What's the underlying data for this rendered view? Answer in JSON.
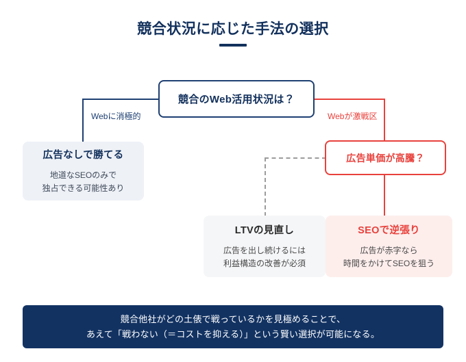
{
  "header": {
    "title": "競合状況に応じた手法の選択"
  },
  "flow": {
    "root_decision": {
      "label": "競合のWeb活用状況は？"
    },
    "branches": {
      "left_label": "Webに消極的",
      "right_label": "Webが激戦区"
    },
    "second_decision": {
      "label": "広告単価が高騰？"
    },
    "outcomes": [
      {
        "id": "win-without-ads",
        "title": "広告なしで勝てる",
        "line1": "地道なSEOのみで",
        "line2": "独占できる可能性あり"
      },
      {
        "id": "ltv-review",
        "title": "LTVの見直し",
        "line1": "広告を出し続けるには",
        "line2": "利益構造の改善が必須"
      },
      {
        "id": "seo-contrarian",
        "title": "SEOで逆張り",
        "line1": "広告が赤字なら",
        "line2": "時間をかけてSEOを狙う"
      }
    ]
  },
  "footer": {
    "line1": "競合他社がどの土俵で戦っているかを見極めることで、",
    "line2": "あえて「戦わない（＝コストを抑える）」という賢い選択が可能になる。"
  },
  "colors": {
    "navy": "#12305c",
    "navy_line": "#1d3f72",
    "red": "#e8413c",
    "card_blue_bg": "#eef1f6",
    "card_gray_bg": "#f5f6f8",
    "card_pink_bg": "#fdeeec",
    "footer_bg": "#123262",
    "dashed_gray": "#9b9b9b"
  }
}
